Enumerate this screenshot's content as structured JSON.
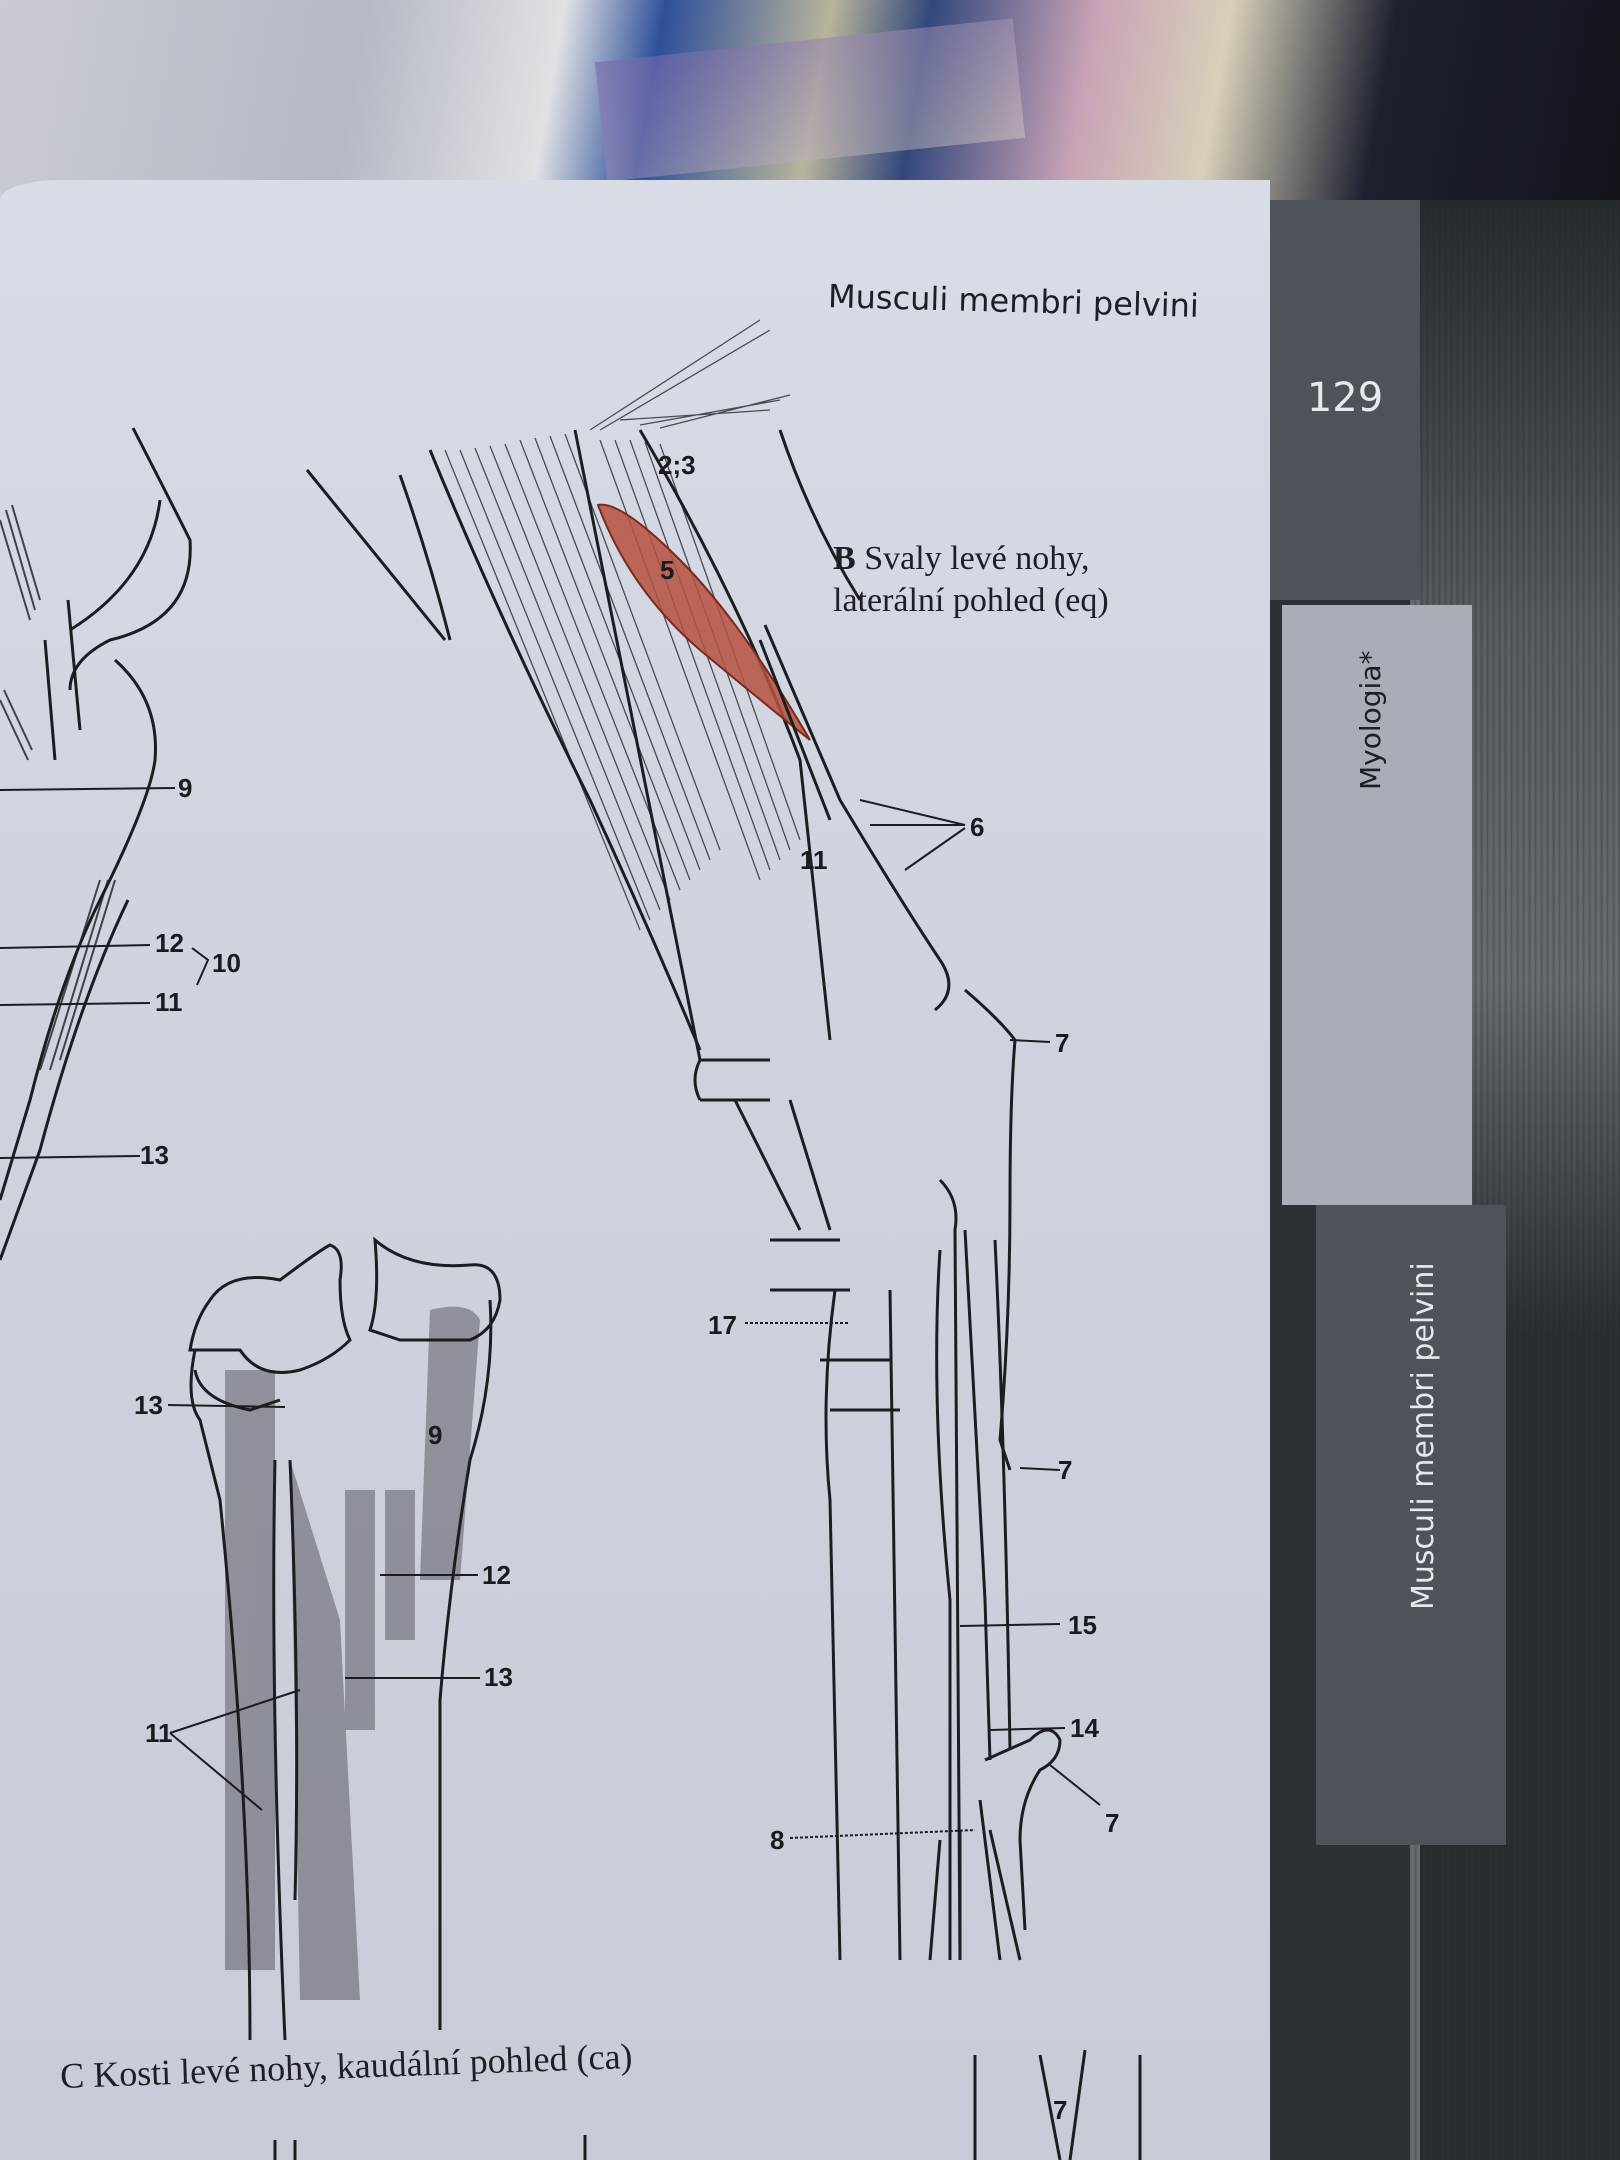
{
  "page": {
    "running_head": "Musculi membri pelvini",
    "page_number": "129",
    "thumb_tabs": {
      "section": "Myologia*",
      "chapter": "Musculi membri pelvini"
    }
  },
  "figure_b": {
    "letter": "B",
    "title_line1": "Svaly levé nohy,",
    "title_line2": "laterální pohled (eq)",
    "labels": [
      "2;3",
      "5",
      "6",
      "11",
      "7",
      "7",
      "17",
      "15",
      "14",
      "7",
      "8"
    ],
    "highlight_color": "#b5513f"
  },
  "figure_c": {
    "letter": "C",
    "title": "Kosti levé nohy, kaudální pohled (ca)",
    "labels": [
      "13",
      "9",
      "12",
      "13",
      "11"
    ]
  },
  "figure_left_partial": {
    "labels": [
      "9",
      "12",
      "10",
      "11",
      "13"
    ]
  },
  "figure_bottom_partial": {
    "labels": [
      "7"
    ]
  }
}
